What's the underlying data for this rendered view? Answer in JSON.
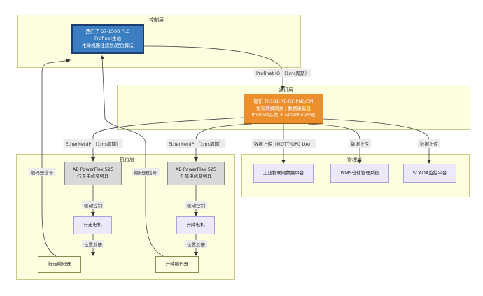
{
  "layers": {
    "control": "控制层",
    "comm": "通讯层",
    "exec": "执行层",
    "mgmt": "管理层"
  },
  "nodes": {
    "plc": [
      "西门子 S7-1500 PLC",
      "Profinet主站",
      "堆垛机路径规划/定位算法"
    ],
    "gateway": [
      "稳讯 TX181-RE-RE-PNS/EM",
      "协议转换网关 / 数据采集器",
      "Profinet从站 + EtherNet/IP双"
    ],
    "vfd_travel": [
      "AB PowerFlex 525",
      "行走电机变频器"
    ],
    "vfd_lift": [
      "AB PowerFlex 525",
      "升降电机变频器"
    ],
    "motor_travel": "行走电机",
    "motor_lift": "升降电机",
    "encoder_travel": "行走编码器",
    "encoder_lift": "升降编码器",
    "iot_platform": "工业物联网数据中台",
    "wms": "WMS仓储管理系统",
    "scada": "SCADA监控平台"
  },
  "edge_labels": {
    "plc_gateway": "Profinet IO （1ms周期）",
    "gw_vfd_travel": "EtherNet/IP （1ms周期）",
    "gw_vfd_lift": "EtherNet/IP （1ms周期）",
    "gw_iot": "数据上传（MQTT/OPC UA）",
    "gw_wms": "数据上传",
    "gw_scada": "数据上传",
    "drive_travel": "驱动控制",
    "drive_lift": "驱动控制",
    "fb_travel": "位置反馈",
    "fb_lift": "位置反馈",
    "enc_sig_travel": "编码器信号",
    "enc_sig_lift": "编码器信号"
  }
}
